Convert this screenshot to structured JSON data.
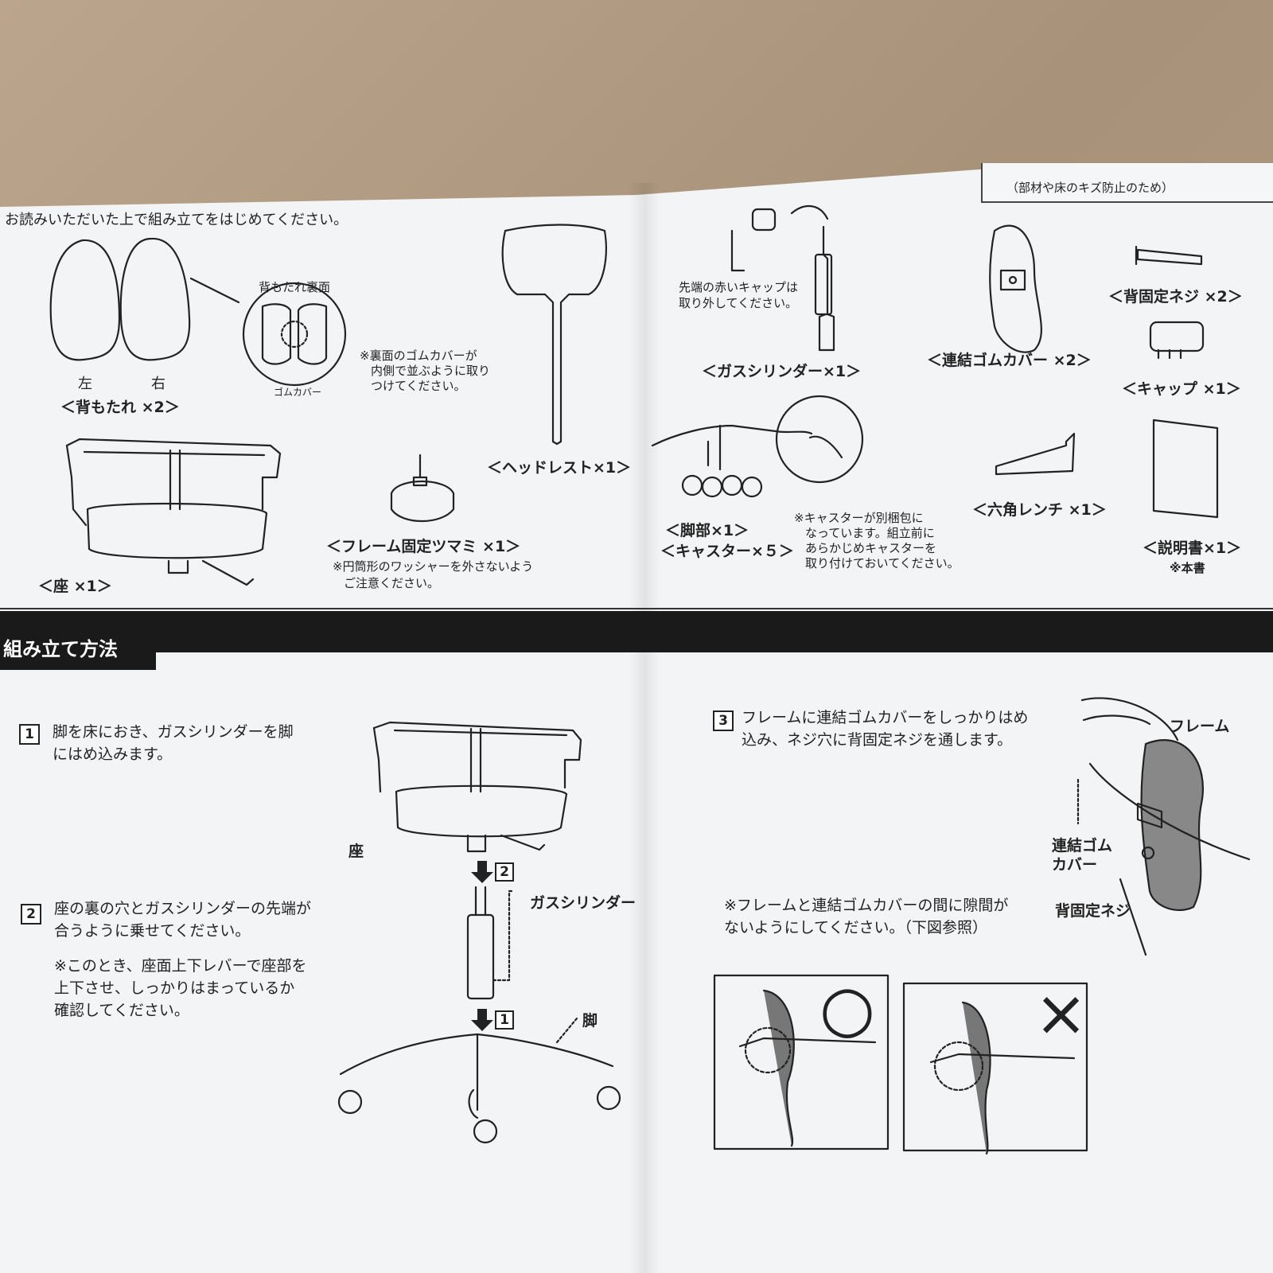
{
  "intro": "お読みいただいた上で組み立てをはじめてください。",
  "note_box": {
    "text": "（部材や床のキズ防止のため）"
  },
  "parts": {
    "backrest": {
      "left": "左",
      "right": "右",
      "label": "＜背もたれ ×2＞",
      "back_label": "背もたれ裏面",
      "rubber": "ゴムカバー"
    },
    "backrest_note": [
      "※裏面のゴムカバーが",
      "内側で並ぶように取り",
      "つけてください。"
    ],
    "headrest": "＜ヘッドレスト×1＞",
    "seat": "＜座 ×1＞",
    "knob": "＜フレーム固定ツマミ ×1＞",
    "knob_note": [
      "※円筒形のワッシャーを外さないよう",
      "ご注意ください。"
    ],
    "cylinder_note": [
      "先端の赤いキャップは",
      "取り外してください。"
    ],
    "cylinder": "＜ガスシリンダー×1＞",
    "rubber_cover": "＜連結ゴムカバー ×2＞",
    "screw": "＜背固定ネジ ×2＞",
    "cap": "＜キャップ ×1＞",
    "base": "＜脚部×1＞",
    "caster": "＜キャスター×５＞",
    "caster_note": [
      "※キャスターが別梱包に",
      "なっています。組立前に",
      "あらかじめキャスターを",
      "取り付けておいてください。"
    ],
    "wrench": "＜六角レンチ ×1＞",
    "manual": "＜説明書×1＞",
    "manual_note": "※本書"
  },
  "assembly": {
    "title": "組み立て方法",
    "step1": {
      "num": "1",
      "text": "脚を床におき、ガスシリンダーを脚にはめ込みます。"
    },
    "step2": {
      "num": "2",
      "text": "座の裏の穴とガスシリンダーの先端が合うように乗せてください。",
      "note": "※このとき、座面上下レバーで座部を上下させ、しっかりはまっているか確認してください。"
    },
    "step3": {
      "num": "3",
      "text": "フレームに連結ゴムカバーをしっかりはめ込み、ネジ穴に背固定ネジを通します。",
      "note": "※フレームと連結ゴムカバーの間に隙間がないようにしてください。（下図参照）"
    },
    "fig_seat": "座",
    "fig_cylinder": "ガスシリンダー",
    "fig_leg": "脚",
    "fig_arrow2": "2",
    "fig_arrow1": "1",
    "fig_frame": "フレーム",
    "fig_rubber": [
      "連結ゴム",
      "カバー"
    ],
    "fig_screw": "背固定ネジ",
    "ok_mark": "○",
    "ng_mark": "×"
  }
}
